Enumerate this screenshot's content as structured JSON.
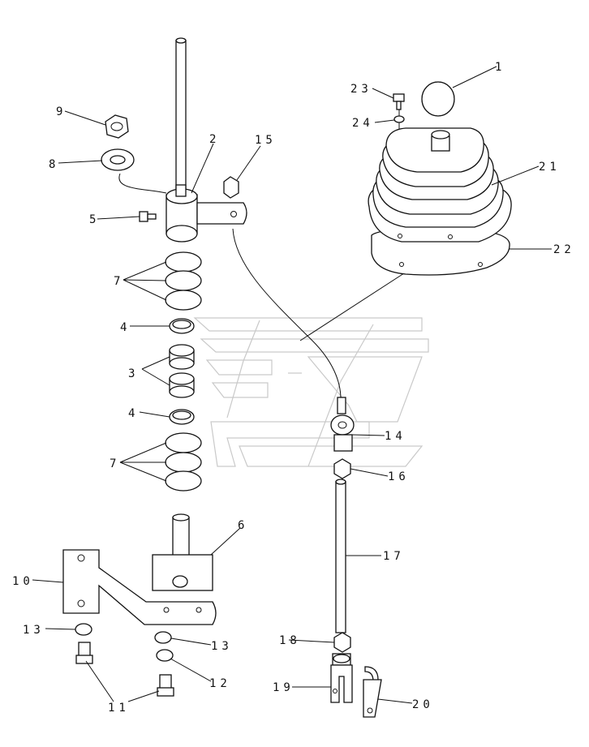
{
  "diagram": {
    "callouts": {
      "c1": "1",
      "c2": "2",
      "c3": "3",
      "c4a": "4",
      "c4b": "4",
      "c5": "5",
      "c6": "6",
      "c7a": "7",
      "c7b": "7",
      "c8": "8",
      "c9": "9",
      "c10": "10",
      "c11": "11",
      "c12": "12",
      "c13a": "13",
      "c13b": "13",
      "c14": "14",
      "c15": "15",
      "c16": "16",
      "c17": "17",
      "c18": "18",
      "c19": "19",
      "c20": "20",
      "c21": "21",
      "c22": "22",
      "c23": "23",
      "c24": "24"
    },
    "watermark_icon": "brand-emblem-watermark"
  }
}
